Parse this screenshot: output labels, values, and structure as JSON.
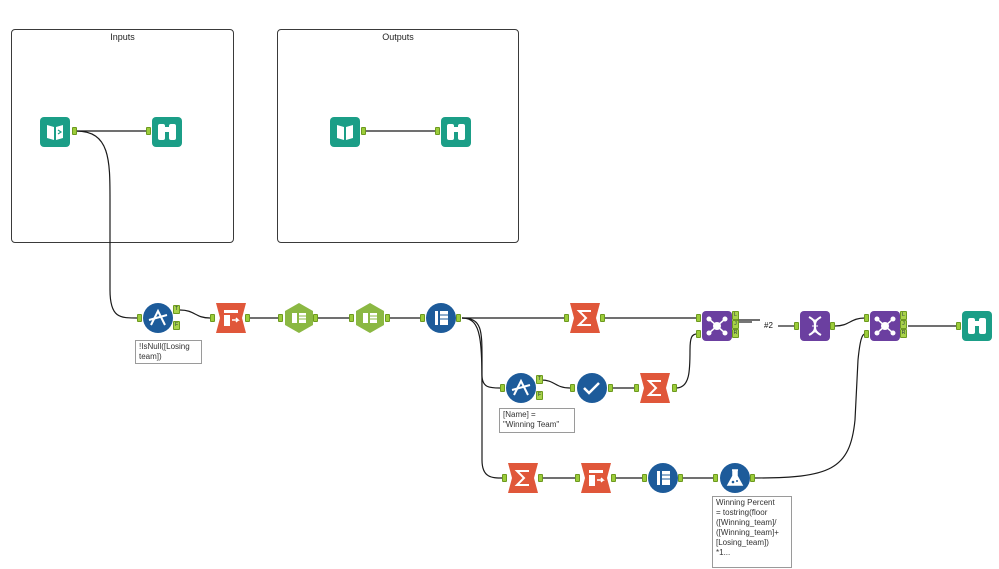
{
  "containers": {
    "inputs_title": "Inputs",
    "outputs_title": "Outputs"
  },
  "annotations": {
    "filter1": "!IsNull([Losing\nteam])",
    "filter2": "[Name] =\n\"Winning Team\"",
    "formula": "Winning Percent\n= tostring(floor\n([Winning_team]/\n([Winning_team]+\n[Losing_team])\n*1..."
  },
  "connection_label": "#2",
  "anchor_labels": {
    "true": "T",
    "false": "F",
    "left": "L",
    "join": "J",
    "right": "R"
  },
  "colors": {
    "io_teal": "#1b9e87",
    "prep_blue": "#1d5b9a",
    "join_purple": "#6b3fa0",
    "transform_orange": "#e0573a",
    "parse_green": "#8bb843",
    "anchor_green": "#9ccc3a"
  },
  "tools": [
    "input-data-icon",
    "browse-icon",
    "input-data-icon",
    "browse-icon",
    "filter-icon",
    "cross-tab-icon",
    "text-to-columns-icon",
    "text-to-columns-icon",
    "select-icon",
    "summarize-icon",
    "filter-icon",
    "sample-icon",
    "summarize-icon",
    "summarize-icon",
    "cross-tab-icon",
    "select-icon",
    "formula-icon",
    "join-icon",
    "dna-icon",
    "join-icon",
    "output-data-icon"
  ]
}
